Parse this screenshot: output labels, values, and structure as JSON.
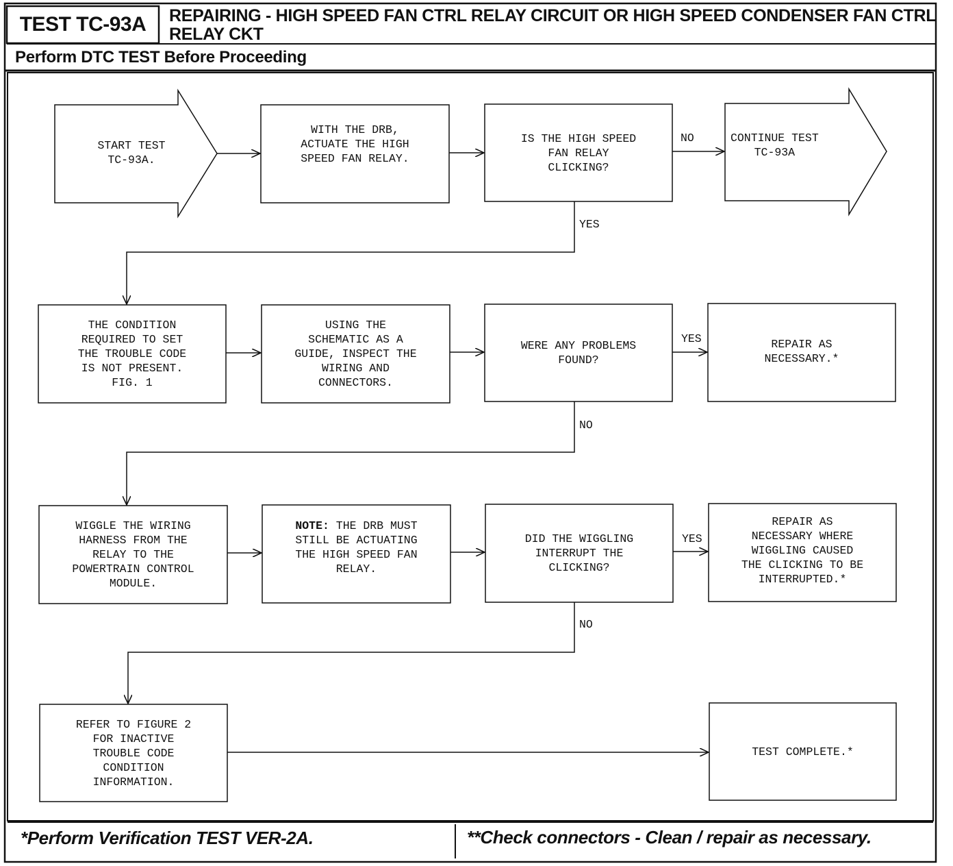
{
  "header": {
    "test_id": "TEST TC-93A",
    "title": "REPAIRING - HIGH SPEED FAN CTRL RELAY CIRCUIT OR HIGH SPEED CONDENSER FAN CTRL RELAY CKT",
    "subtitle": "Perform DTC TEST Before Proceeding"
  },
  "nodes": {
    "start": "START TEST\nTC-93A.",
    "actuate": "WITH THE DRB,\nACTUATE THE HIGH\nSPEED FAN RELAY.",
    "clicking_q": "IS THE HIGH SPEED\nFAN RELAY\nCLICKING?",
    "continue": "CONTINUE TEST\nTC-93A",
    "condition": "THE CONDITION\nREQUIRED TO SET\nTHE TROUBLE CODE\nIS NOT PRESENT.\nFIG. 1",
    "inspect": "USING THE\nSCHEMATIC AS A\nGUIDE, INSPECT THE\nWIRING AND\nCONNECTORS.",
    "problems_q": "WERE ANY PROBLEMS\nFOUND?",
    "repair1": "REPAIR AS\nNECESSARY.*",
    "wiggle": "WIGGLE THE WIRING\nHARNESS FROM THE\nRELAY TO THE\nPOWERTRAIN CONTROL\nMODULE.",
    "note_label": "NOTE:",
    "note_text": " THE DRB MUST\nSTILL BE ACTUATING\nTHE HIGH SPEED FAN\nRELAY.",
    "wiggle_q": "DID THE WIGGLING\nINTERRUPT THE\nCLICKING?",
    "repair2": "REPAIR AS\nNECESSARY WHERE\nWIGGLING CAUSED\nTHE CLICKING TO BE\nINTERRUPTED.*",
    "refer": "REFER TO FIGURE 2\nFOR INACTIVE\nTROUBLE CODE\nCONDITION\nINFORMATION.",
    "complete": "TEST COMPLETE.*"
  },
  "edges": {
    "no1": "NO",
    "yes1": "YES",
    "yes2": "YES",
    "no2": "NO",
    "yes3": "YES",
    "no3": "NO"
  },
  "footer": {
    "left": "*Perform Verification TEST VER-2A.",
    "right": "**Check connectors - Clean / repair as necessary."
  }
}
